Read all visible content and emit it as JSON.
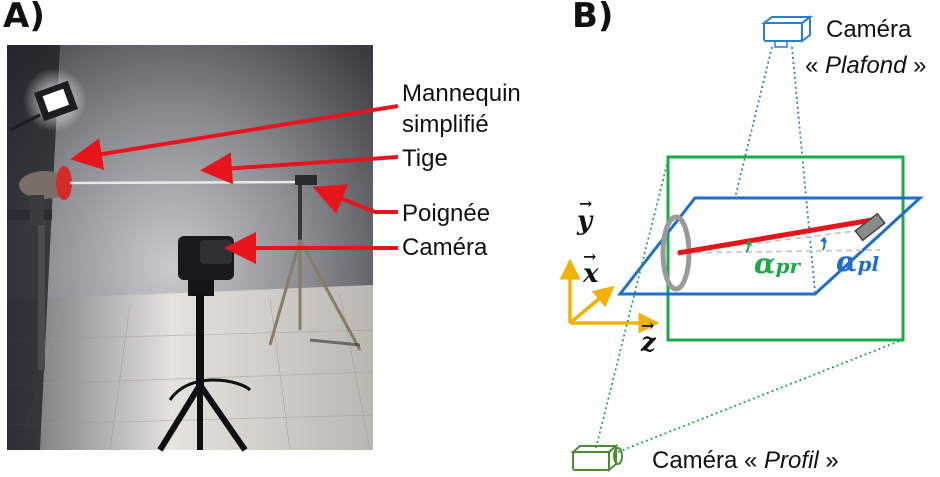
{
  "panels": {
    "a_label": "A)",
    "b_label": "B)"
  },
  "photo_labels": {
    "mannequin_line1": "Mannequin",
    "mannequin_line2": "simplifié",
    "tige": "Tige",
    "poignee": "Poignée",
    "camera": "Caméra"
  },
  "diagram": {
    "cam_plafond_line1": "Caméra",
    "cam_plafond_open": "« ",
    "cam_plafond_italic": "Plafond",
    "cam_plafond_close": " »",
    "cam_profil_prefix": "Caméra « ",
    "cam_profil_italic": "Profil",
    "cam_profil_suffix": " »",
    "axis_y": "y",
    "axis_x": "x",
    "axis_z": "z",
    "alpha_pr_sym": "α",
    "alpha_pr_sub": "pr",
    "alpha_pl_sym": "α",
    "alpha_pl_sub": "pl"
  },
  "colors": {
    "arrow_red": "#e8141c",
    "plane_blue": "#1f6fc9",
    "frame_green": "#1aaa47",
    "axis_yellow": "#f2b300",
    "camera_top": "#2a7fd1",
    "camera_side": "#4e8c33",
    "ring_gray": "#9a9a9a"
  }
}
